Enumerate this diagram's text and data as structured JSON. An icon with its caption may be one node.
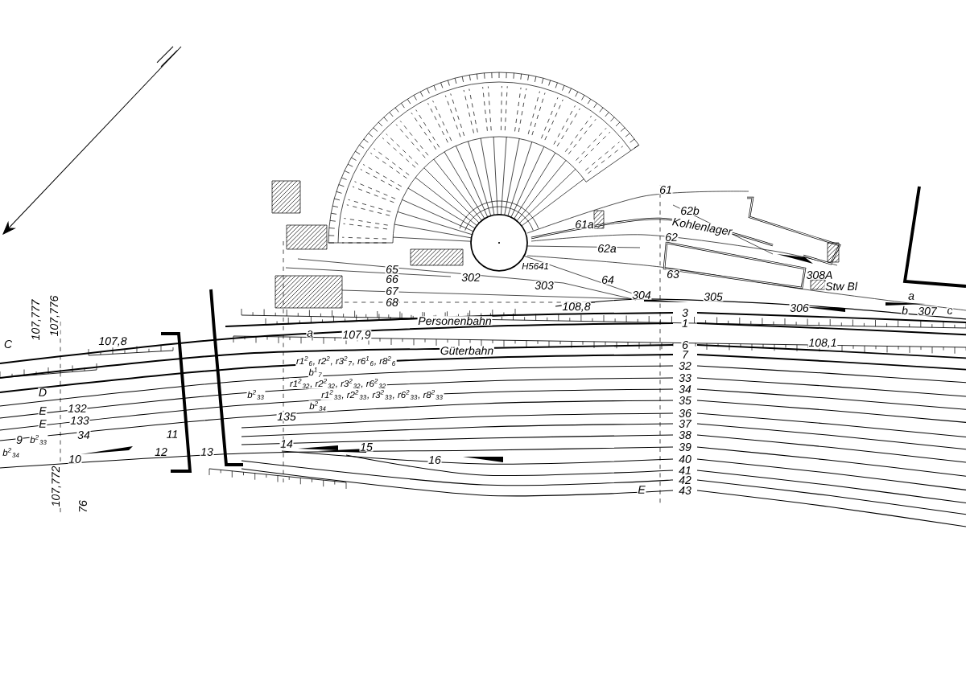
{
  "diagram": {
    "labels": [
      "C",
      "107,777",
      "107,776",
      "107,8",
      "D",
      "E",
      "132",
      "E",
      "133",
      "9",
      "b$^{2}$$_{33}$",
      "34",
      "b$^{2}$$_{34}$",
      "10",
      "11",
      "12",
      "13",
      "107,772",
      "76",
      "65",
      "66",
      "302",
      "67",
      "303",
      "68",
      "61a",
      "62a",
      "H5641",
      "64",
      "61",
      "62b",
      "Kohlenlager",
      "62",
      "63",
      "308A",
      "Stw Bl",
      "304",
      "305",
      "108,8",
      "306",
      "a",
      "b",
      "307",
      "c",
      "Personenbahn",
      "a",
      "107,9",
      "Güterbahn",
      "108,1",
      "r1$^{2}$$_{6}$, r2$^{2}$, r3$^{2}$$_{7}$, r6$^{1}$$_{6}$, r8$^{2}$$_{6}$",
      "b$^{1}$$_{7}$",
      "r1$^{2}$$_{32}$, r2$^{2}$$_{32}$, r3$^{2}$$_{32}$, r6$^{2}$$_{32}$",
      "b$^{2}$$_{33}$",
      "r1$^{2}$$_{33}$, r2$^{2}$$_{33}$, r3$^{2}$$_{33}$, r6$^{2}$$_{33}$, r8$^{2}$$_{33}$",
      "b$^{2}$$_{34}$",
      "135",
      "14",
      "15",
      "16",
      "3",
      "1",
      "6",
      "7",
      "32",
      "33",
      "34",
      "35",
      "36",
      "37",
      "38",
      "39",
      "40",
      "41",
      "42",
      "E",
      "43"
    ]
  }
}
